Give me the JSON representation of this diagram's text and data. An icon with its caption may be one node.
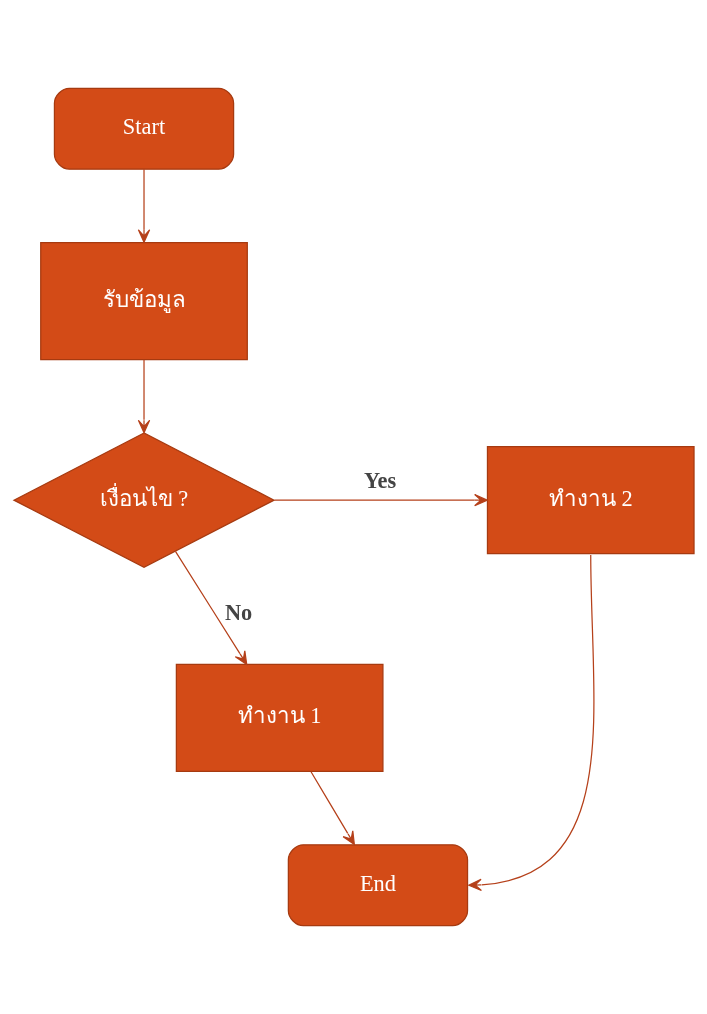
{
  "diagram": {
    "nodes": [
      {
        "text": [
          "Start"
        ]
      },
      {
        "text": [
          "รับข้อมูล"
        ]
      },
      {
        "text": [
          "เงื่อนไข ?"
        ]
      },
      {
        "text": [
          "ทำงาน 2"
        ]
      },
      {
        "text": [
          "ทำงาน 1"
        ]
      },
      {
        "text": [
          "End"
        ]
      }
    ],
    "edges": [
      {
        "from": 0,
        "to": 1,
        "arrow": "to"
      },
      {
        "from": 1,
        "to": 2,
        "arrow": "to"
      },
      {
        "from": 2,
        "to": 3,
        "arrow": "to",
        "label": "Yes"
      },
      {
        "from": 2,
        "to": 4,
        "arrow": "to",
        "label": "No"
      },
      {
        "from": 4,
        "to": 5,
        "arrow": "to"
      },
      {
        "from": 3,
        "to": 5,
        "arrow": "to"
      }
    ]
  }
}
